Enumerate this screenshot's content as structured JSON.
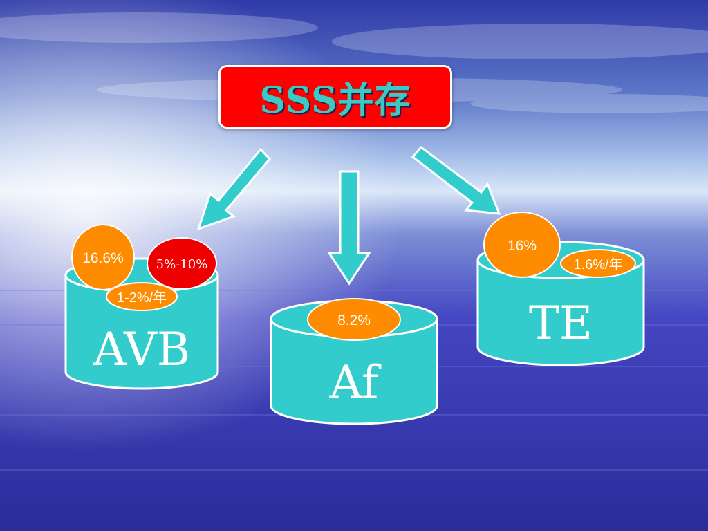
{
  "title": "SSS并存",
  "cylinders": [
    {
      "label": "AVB"
    },
    {
      "label": "Af"
    },
    {
      "label": "TE"
    }
  ],
  "badges": [
    {
      "text": "16.6%",
      "color": "#ff8c00"
    },
    {
      "text": "5%-10%",
      "color": "#ee0000"
    },
    {
      "text": "1-2%/年",
      "color": "#ff8c00"
    },
    {
      "text": "8.2%",
      "color": "#ff8c00"
    },
    {
      "text": "16%",
      "color": "#ff8c00"
    },
    {
      "text": "1.6%/年",
      "color": "#ff8c00"
    }
  ],
  "colors": {
    "cylinder_fill": "#33cccc",
    "arrow_fill": "#33cccc",
    "title_fill": "#ff0000",
    "title_text": "#3cc9c4",
    "background": "#3d3fbe"
  }
}
